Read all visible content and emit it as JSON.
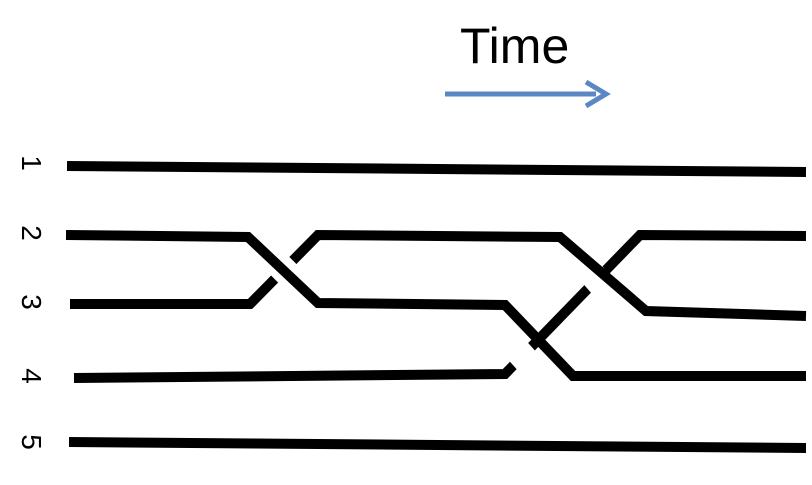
{
  "title": "Time",
  "colors": {
    "strand": "#000000",
    "arrow": "#5b87c5",
    "background": "#ffffff"
  },
  "strands": [
    {
      "label": "1"
    },
    {
      "label": "2"
    },
    {
      "label": "3"
    },
    {
      "label": "4"
    },
    {
      "label": "5"
    }
  ],
  "crossings": [
    {
      "strands": [
        "2",
        "3"
      ],
      "over": "2"
    },
    {
      "strands": [
        "3",
        "4"
      ],
      "over": "3"
    },
    {
      "strands": [
        "2",
        "4"
      ],
      "over": "2"
    }
  ]
}
